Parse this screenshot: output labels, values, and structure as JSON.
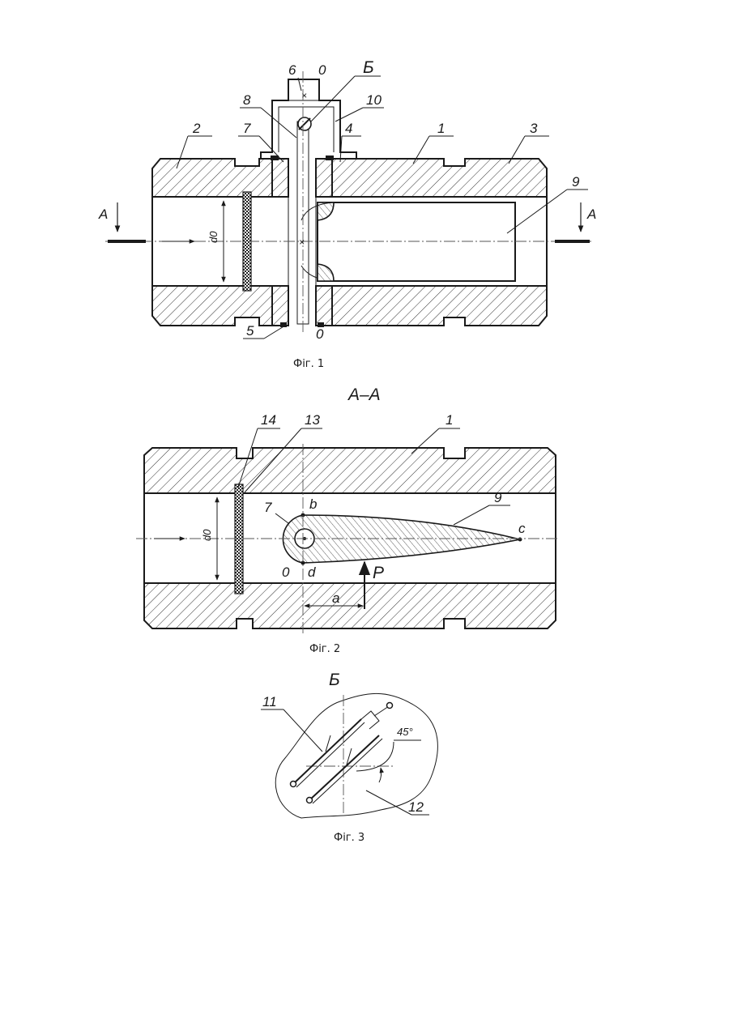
{
  "figure1": {
    "caption": "Фіг. 1",
    "labels": {
      "p1": "1",
      "p2": "2",
      "p3": "3",
      "p4": "4",
      "p5": "5",
      "p6": "6",
      "p7": "7",
      "p8": "8",
      "p9": "9",
      "p10": "10",
      "axis_top": "0",
      "axis_bottom": "0",
      "view_b": "Б",
      "section_left": "A",
      "section_right": "A",
      "diameter": "d0"
    }
  },
  "figure2": {
    "caption": "Фіг. 2",
    "title": "A–A",
    "labels": {
      "p1": "1",
      "p7": "7",
      "p9": "9",
      "p13": "13",
      "p14": "14",
      "pt_b": "b",
      "pt_c": "c",
      "pt_d": "d",
      "pt_o": "0",
      "force": "P",
      "arm": "a",
      "diameter": "d0"
    }
  },
  "figure3": {
    "caption": "Фіг. 3",
    "title": "Б",
    "labels": {
      "p11": "11",
      "p12": "12",
      "angle": "45°"
    }
  }
}
